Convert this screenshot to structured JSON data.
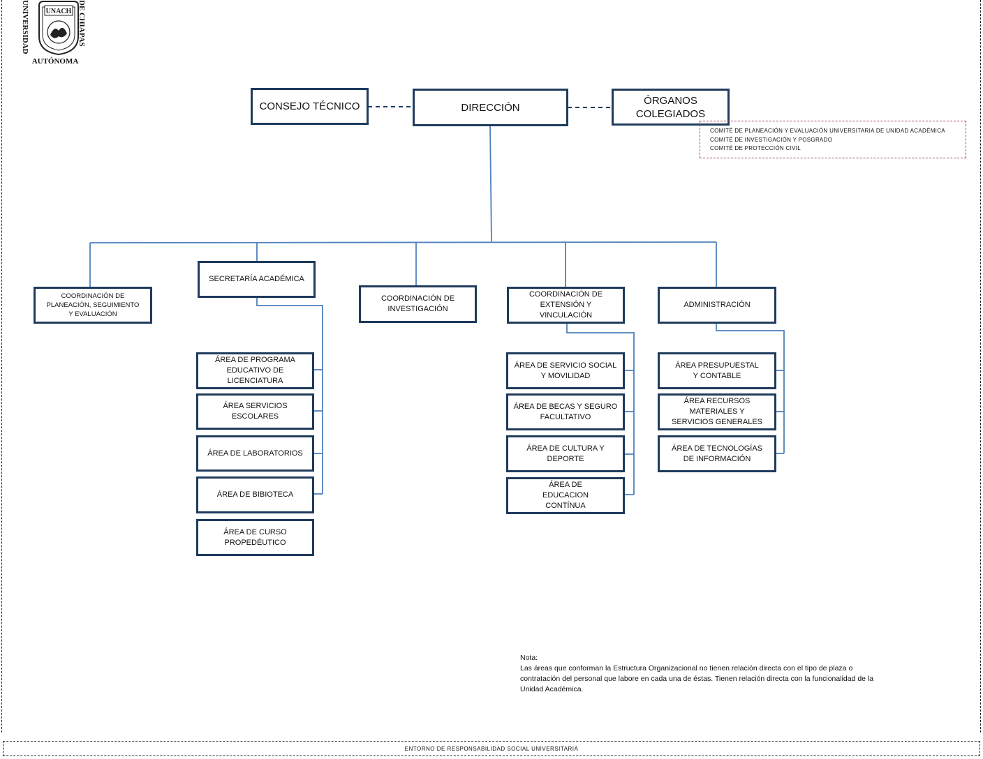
{
  "logo": {
    "left_text": "UNIVERSIDAD",
    "right_text": "DE CHIAPAS",
    "bottom_text": "AUTÓNOMA",
    "seal_text": "UNACH",
    "icon": "university-seal-icon"
  },
  "nodes": {
    "consejo": "CONSEJO TÉCNICO",
    "direccion": "DIRECCIÓN",
    "organos": "ÓRGANOS COLEGIADOS",
    "planeacion": "COORDINACIÓN DE PLANEACIÓN, SEGUIMIENTO Y EVALUACIÓN",
    "secretaria": "SECRETARÍA ACADÉMICA",
    "investigacion": "COORDINACIÓN DE INVESTIGACIÓN",
    "extension": "COORDINACIÓN DE EXTENSIÓN Y VINCULACIÓN",
    "administracion": "ADMINISTRACIÓN",
    "programa": "ÁREA DE PROGRAMA EDUCATIVO DE LICENCIATURA",
    "escolares": "ÁREA SERVICIOS ESCOLARES",
    "laboratorios": "ÁREA DE LABORATORIOS",
    "biblioteca": "ÁREA DE BIBIOTECA",
    "propedeutico": "ÁREA DE CURSO PROPEDÉUTICO",
    "servicio_social": "ÁREA DE SERVICIO SOCIAL Y MOVILIDAD",
    "becas": "ÁREA DE BECAS Y SEGURO FACULTATIVO",
    "cultura": "ÁREA DE CULTURA Y DEPORTE",
    "educacion": "ÁREA DE EDUCACION CONTÍNUA",
    "presupuestal": "ÁREA PRESUPUESTAL Y CONTABLE",
    "recursos": "ÁREA RECURSOS MATERIALES Y SERVICIOS GENERALES",
    "tecnologias": "ÁREA DE TECNOLOGÍAS DE INFORMACIÓN"
  },
  "comites": [
    "COMITÉ DE PLANEACIÓN Y EVALUACIÓN UNIVERSITARIA DE UNIDAD ACADÉMICA",
    "COMITÉ DE INVESTIGACIÓN Y POSGRADO",
    "COMITÉ DE PROTECCIÓN CIVIL"
  ],
  "nota": {
    "title": "Nota:",
    "text": "Las áreas que conforman la Estructura Organizacional no tienen relación directa con el tipo de plaza o contratación del personal que labore en cada una de éstas. Tienen relación directa con la funcionalidad de la Unidad Académica."
  },
  "footer": "ENTORNO DE RESPONSABILIDAD SOCIAL UNIVERSITARIA",
  "colors": {
    "box_border": "#1f3b5c",
    "connector": "#4f81bd"
  }
}
